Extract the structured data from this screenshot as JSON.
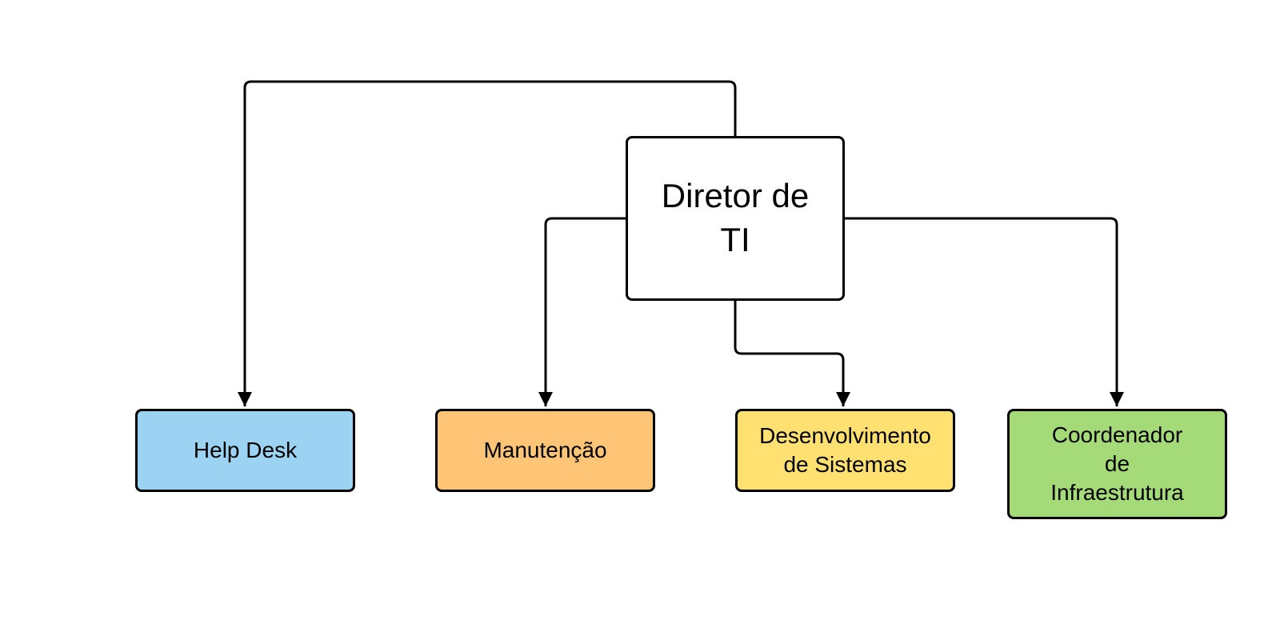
{
  "diagram": {
    "root": {
      "label": "Diretor de\nTI",
      "color": "#ffffff"
    },
    "children": [
      {
        "label": "Help Desk",
        "color": "#9dd3f2"
      },
      {
        "label": "Manutenção",
        "color": "#ffc577"
      },
      {
        "label": "Desenvolvimento\nde Sistemas",
        "color": "#ffe070"
      },
      {
        "label": "Coordenador\nde\nInfraestrutura",
        "color": "#a5da78"
      }
    ],
    "edges": [
      {
        "from": "Diretor de TI",
        "to": "Help Desk"
      },
      {
        "from": "Diretor de TI",
        "to": "Manutenção"
      },
      {
        "from": "Diretor de TI",
        "to": "Desenvolvimento de Sistemas"
      },
      {
        "from": "Diretor de TI",
        "to": "Coordenador de Infraestrutura"
      }
    ],
    "line_color": "#000000"
  }
}
